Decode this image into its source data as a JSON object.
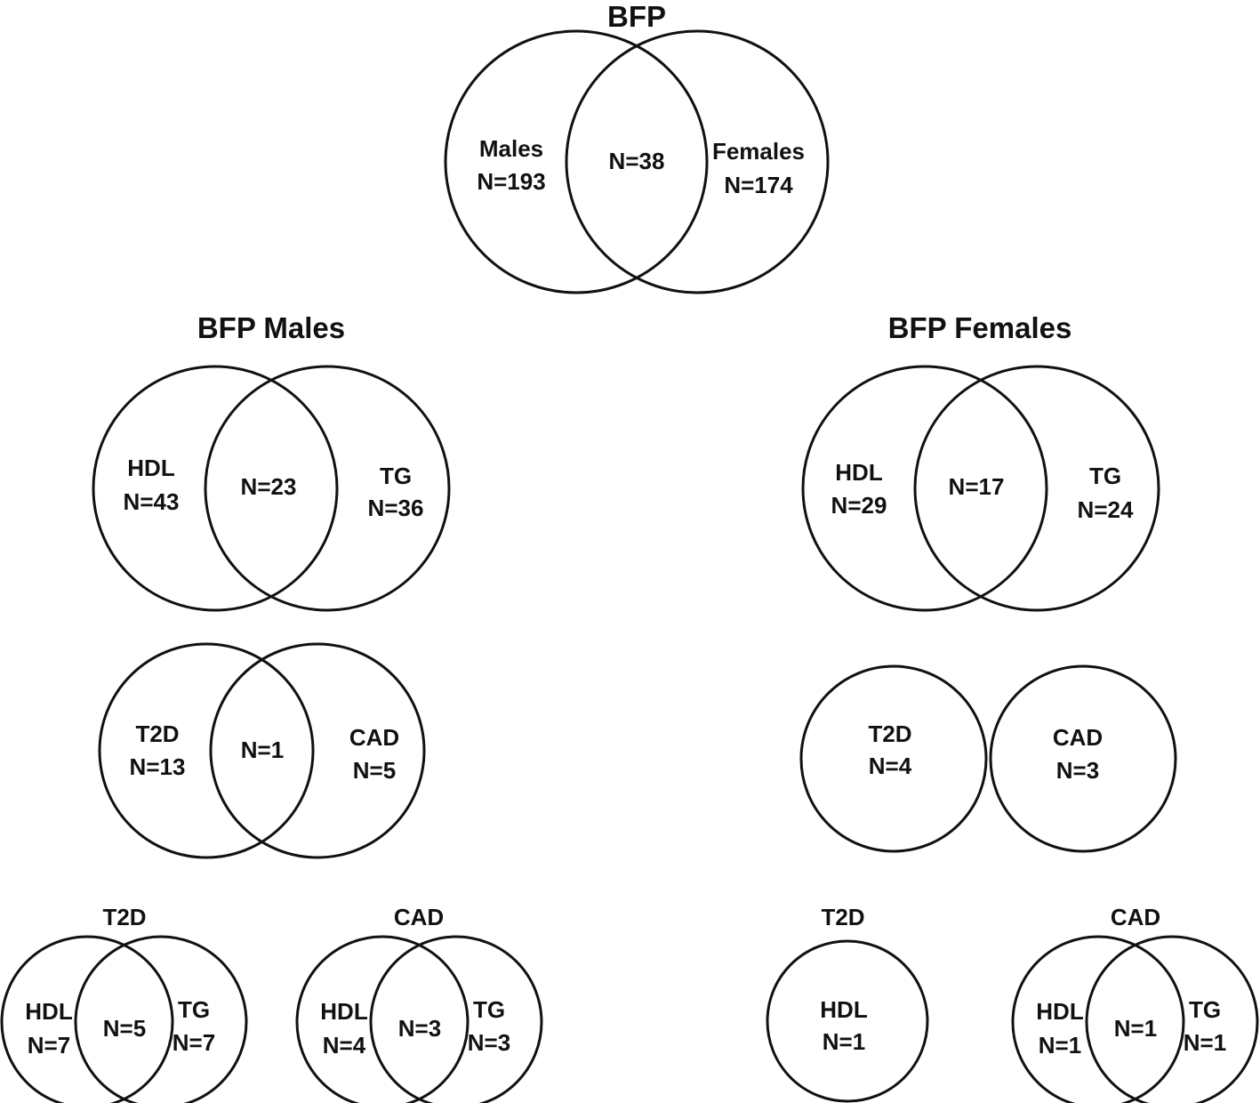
{
  "top": {
    "title": "BFP",
    "left": {
      "name": "Males",
      "n": "N=193"
    },
    "overlap": "N=38",
    "right": {
      "name": "Females",
      "n": "N=174"
    }
  },
  "males": {
    "title": "BFP Males",
    "lipids": {
      "left": {
        "name": "HDL",
        "n": "N=43"
      },
      "overlap": "N=23",
      "right": {
        "name": "TG",
        "n": "N=36"
      }
    },
    "disease": {
      "left": {
        "name": "T2D",
        "n": "N=13"
      },
      "overlap": "N=1",
      "right": {
        "name": "CAD",
        "n": "N=5"
      }
    },
    "t2d": {
      "title": "T2D",
      "left": {
        "name": "HDL",
        "n": "N=7"
      },
      "overlap": "N=5",
      "right": {
        "name": "TG",
        "n": "N=7"
      }
    },
    "cad": {
      "title": "CAD",
      "left": {
        "name": "HDL",
        "n": "N=4"
      },
      "overlap": "N=3",
      "right": {
        "name": "TG",
        "n": "N=3"
      }
    }
  },
  "females": {
    "title": "BFP Females",
    "lipids": {
      "left": {
        "name": "HDL",
        "n": "N=29"
      },
      "overlap": "N=17",
      "right": {
        "name": "TG",
        "n": "N=24"
      }
    },
    "disease": {
      "left": {
        "name": "T2D",
        "n": "N=4"
      },
      "right": {
        "name": "CAD",
        "n": "N=3"
      }
    },
    "t2d": {
      "title": "T2D",
      "single": {
        "name": "HDL",
        "n": "N=1"
      }
    },
    "cad": {
      "title": "CAD",
      "left": {
        "name": "HDL",
        "n": "N=1"
      },
      "overlap": "N=1",
      "right": {
        "name": "TG",
        "n": "N=1"
      }
    }
  }
}
